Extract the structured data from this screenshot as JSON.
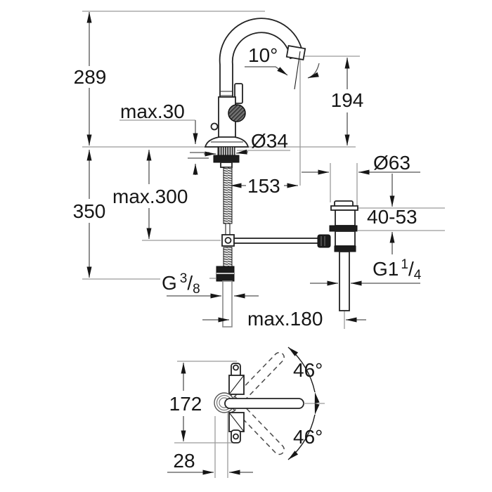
{
  "drawing": {
    "type": "faucet-installation-dimension-diagram",
    "colors": {
      "object_line": "#222222",
      "dimension_line": "#9b9b9b",
      "text": "#161616",
      "background": "#ffffff"
    },
    "labels": {
      "height_overall": "289",
      "deck_thickness_max": "max.30",
      "spout_outlet_height": "194",
      "outlet_angle": "10°",
      "mount_hole_diameter": "Ø34",
      "spout_reach": "153",
      "drain_flange_diameter": "Ø63",
      "hose_reach_max": "max.300",
      "supply_length": "350",
      "drain_deck_range": "40-53",
      "drain_offset_max": "max.180",
      "swivel_angle_upper": "46°",
      "swivel_angle_lower": "46°",
      "body_span": "172",
      "handle_offset": "28"
    },
    "threads": {
      "supply": {
        "prefix": "G",
        "numerator": "3",
        "slash": "/",
        "denominator": "8"
      },
      "drain": {
        "prefix": "G1",
        "numerator": "1",
        "slash": "/",
        "denominator": "4"
      }
    }
  }
}
